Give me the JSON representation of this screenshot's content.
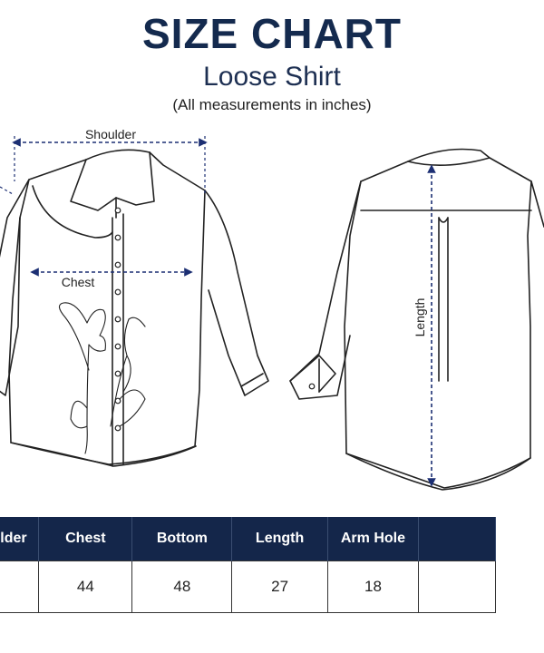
{
  "header": {
    "title": "SIZE CHART",
    "subtitle": "Loose Shirt",
    "note": "(All measurements in inches)"
  },
  "labels": {
    "shoulder": "Shoulder",
    "chest": "Chest",
    "length": "Length"
  },
  "table": {
    "headers": [
      "Shoulder",
      "Chest",
      "Bottom",
      "Length",
      "Arm Hole",
      ""
    ],
    "values": [
      "",
      "44",
      "48",
      "27",
      "18",
      ""
    ]
  },
  "colors": {
    "navy": "#142a4e",
    "dimension_line": "#1c2f73"
  }
}
